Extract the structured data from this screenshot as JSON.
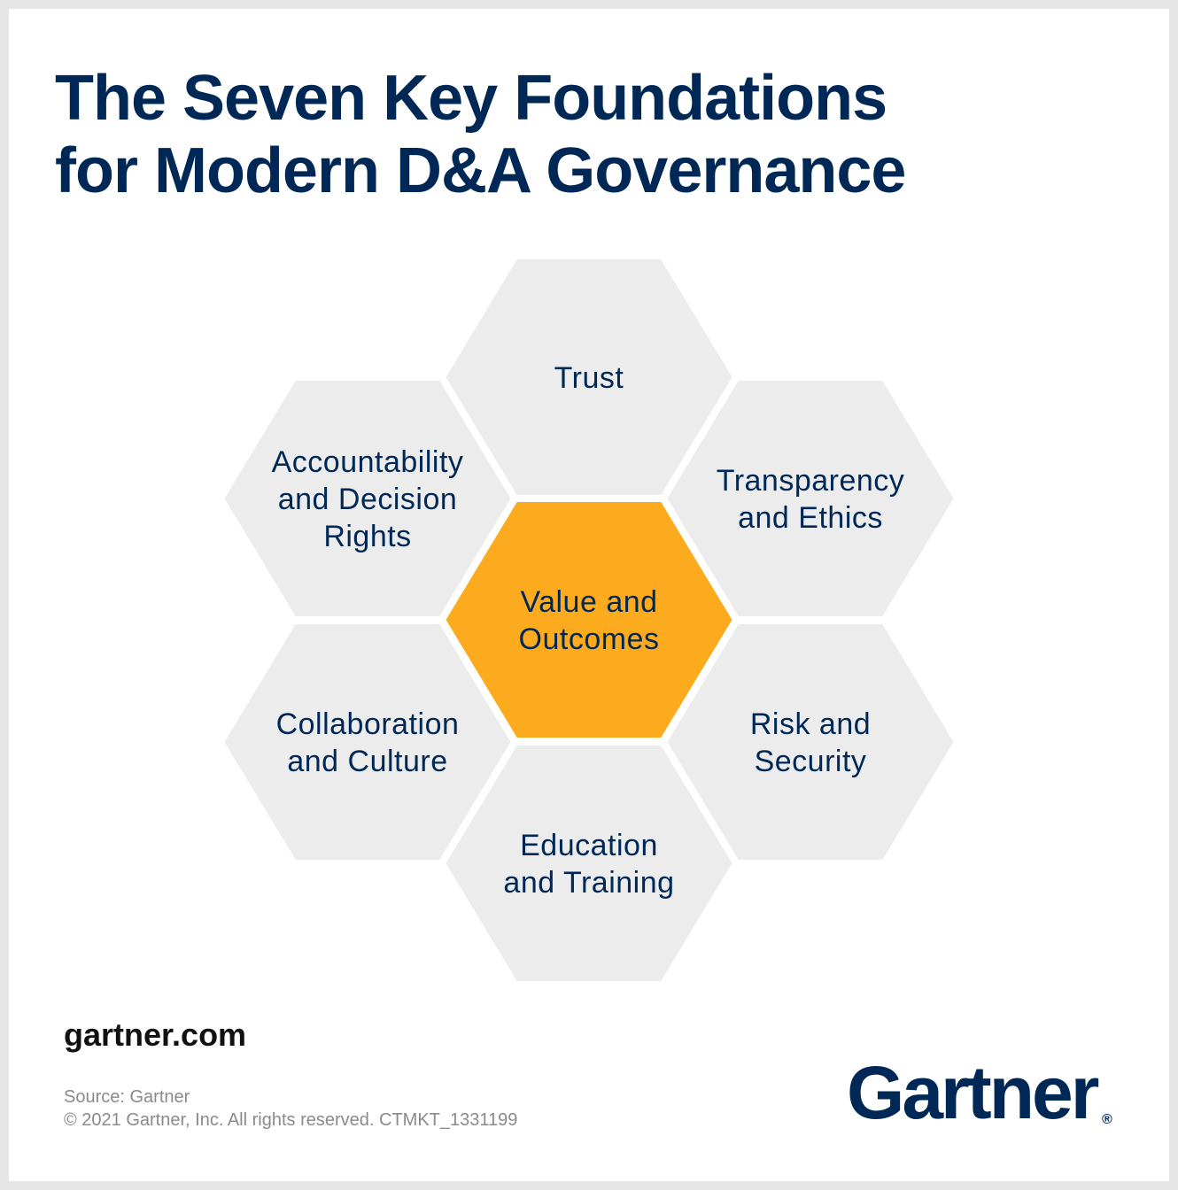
{
  "title": {
    "line1": "The Seven Key Foundations",
    "line2": "for Modern D&A Governance"
  },
  "colors": {
    "navy": "#002856",
    "hex_fill": "#ececec",
    "center_fill": "#fcab1e",
    "background": "#ffffff",
    "frame": "#e6e6e6"
  },
  "hexagons": {
    "center": [
      "Value and",
      "Outcomes"
    ],
    "top": [
      "Trust"
    ],
    "upper_left": [
      "Accountability",
      "and Decision",
      "Rights"
    ],
    "upper_right": [
      "Transparency",
      "and Ethics"
    ],
    "lower_left": [
      "Collaboration",
      "and Culture"
    ],
    "lower_right": [
      "Risk and",
      "Security"
    ],
    "bottom": [
      "Education",
      "and Training"
    ]
  },
  "footer": {
    "website": "gartner.com",
    "source": "Source: Gartner",
    "copyright": "© 2021 Gartner, Inc. All rights reserved. CTMKT_1331199",
    "logo": "Gartner",
    "registered_mark": "®"
  }
}
